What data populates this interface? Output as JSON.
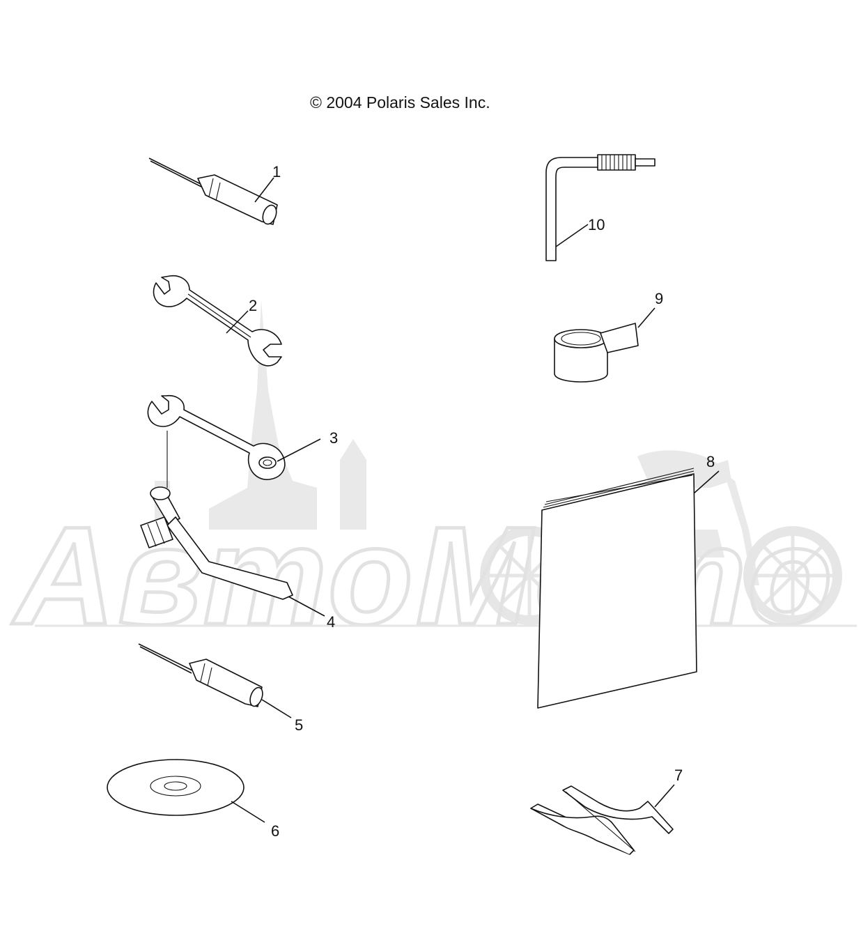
{
  "header": {
    "copyright": "© 2004 Polaris Sales Inc."
  },
  "watermark": {
    "text": "АвтоМото",
    "color": "#e6e6e6"
  },
  "parts": [
    {
      "ref": "1",
      "item": "screwdriver"
    },
    {
      "ref": "2",
      "item": "open-end wrench"
    },
    {
      "ref": "3",
      "item": "combination wrench"
    },
    {
      "ref": "4",
      "item": "spark plug socket with handle"
    },
    {
      "ref": "5",
      "item": "screwdriver"
    },
    {
      "ref": "6",
      "item": "disc"
    },
    {
      "ref": "7",
      "item": "spanner wrench"
    },
    {
      "ref": "8",
      "item": "manual"
    },
    {
      "ref": "9",
      "item": "tape roll"
    },
    {
      "ref": "10",
      "item": "hex key"
    }
  ]
}
